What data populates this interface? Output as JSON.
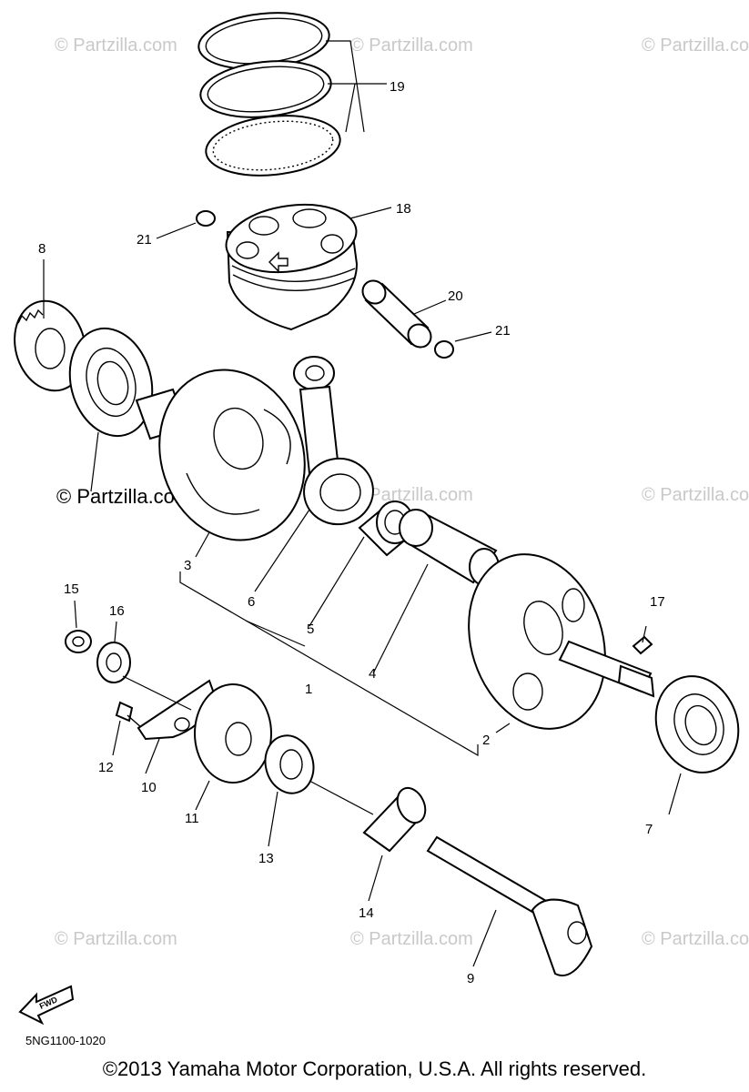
{
  "callouts": [
    "1",
    "2",
    "3",
    "4",
    "5",
    "6",
    "7",
    "8",
    "9",
    "10",
    "11",
    "12",
    "13",
    "14",
    "15",
    "16",
    "17",
    "18",
    "19",
    "20",
    "21",
    "21"
  ],
  "watermark": "© Partzilla.com",
  "fwd_label": "FWD",
  "part_code": "5NG1100-1020",
  "copyright": "©2013  Yamaha Motor Corporation, U.S.A. All rights reserved.",
  "colors": {
    "ink": "#000000",
    "watermark": "#c9c9c9",
    "background": "#ffffff"
  }
}
